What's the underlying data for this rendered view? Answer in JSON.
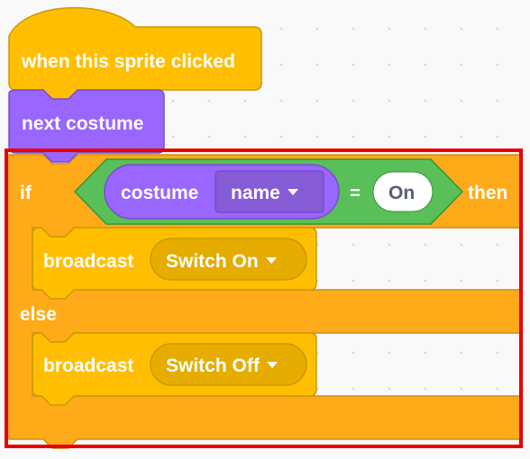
{
  "colors": {
    "events": "#ffbf00",
    "events_border": "#cc9900",
    "looks": "#9966ff",
    "looks_border": "#774dcb",
    "control": "#ffab19",
    "control_border": "#cf8b17",
    "operators": "#59c059",
    "operators_border": "#389438",
    "highlight": "#e60000"
  },
  "hat_block": {
    "label": "when this sprite clicked"
  },
  "looks_block": {
    "label": "next costume"
  },
  "if_else": {
    "if_label": "if",
    "then_label": "then",
    "else_label": "else",
    "condition": {
      "reporter_label": "costume",
      "dropdown_value": "name",
      "operator": "=",
      "compare_value": "On"
    }
  },
  "broadcast_on": {
    "label": "broadcast",
    "message": "Switch On"
  },
  "broadcast_off": {
    "label": "broadcast",
    "message": "Switch Off"
  }
}
